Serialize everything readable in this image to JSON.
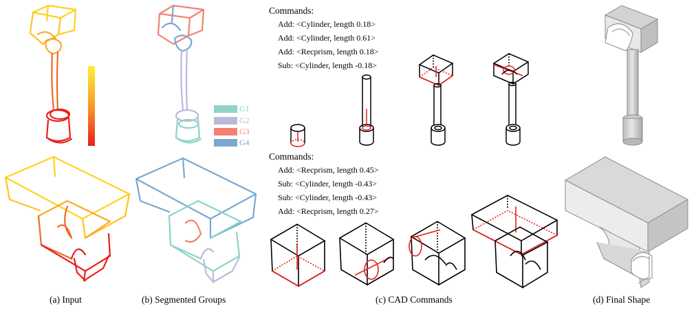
{
  "commands_top": {
    "title": "Commands:",
    "lines": [
      "Add: <Cylinder, length 0.18>",
      "Add: <Cylinder, length 0.61>",
      "Add: <Recprism, length 0.18>",
      "Sub: <Cylinder, length -0.18>"
    ]
  },
  "commands_bottom": {
    "title": "Commands:",
    "lines": [
      "Add: <Recprism, length 0.45>",
      "Sub: <Cylinder, length -0.43>",
      "Sub: <Cylinder, length -0.43>",
      "Add: <Recprism, length 0.27>"
    ]
  },
  "legend": [
    {
      "label": "G1",
      "color": "#8fd3c7"
    },
    {
      "label": "G2",
      "color": "#bcb8dc"
    },
    {
      "label": "G3",
      "color": "#f4816f"
    },
    {
      "label": "G4",
      "color": "#7aa8cf"
    }
  ],
  "captions": {
    "a": "(a) Input",
    "b": "(b) Segmented Groups",
    "c": "(c) CAD Commands",
    "d": "(d) Final Shape"
  },
  "colors": {
    "stroke": "#000000",
    "highlight": "#e8201b",
    "gradient_top": "#ffee33",
    "gradient_bottom": "#e8201b",
    "shape_fill": "#d9d9d9"
  }
}
